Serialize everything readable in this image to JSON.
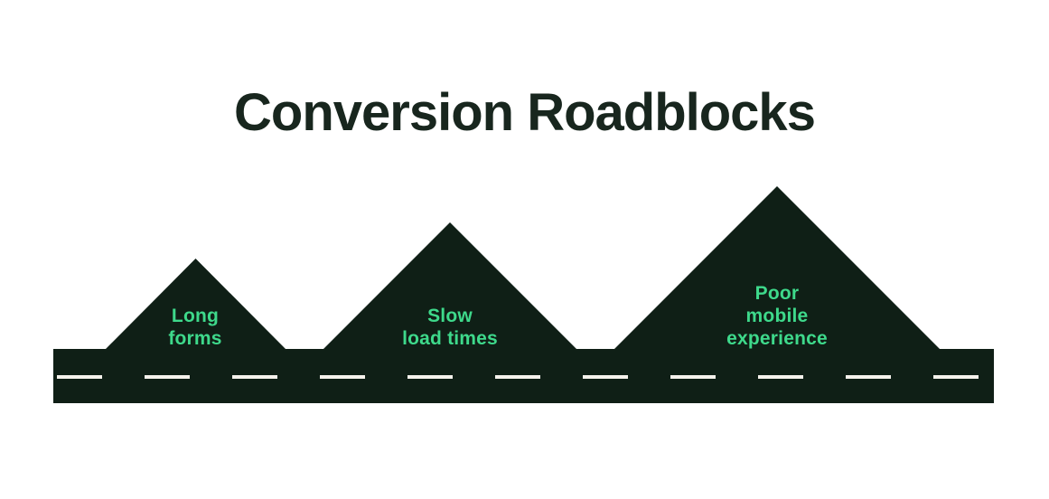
{
  "title": "Conversion Roadblocks",
  "colors": {
    "dark": "#0f1f16",
    "title": "#18261e",
    "accent_green": "#3ed98b",
    "dash": "#f5f2ec",
    "background": "#ffffff"
  },
  "roadblocks": [
    {
      "name": "Long forms",
      "size": "small",
      "lines": [
        "Long",
        "forms"
      ]
    },
    {
      "name": "Slow load times",
      "size": "medium",
      "lines": [
        "Slow",
        "load times"
      ]
    },
    {
      "name": "Poor mobile experience",
      "size": "large",
      "lines": [
        "Poor",
        "mobile",
        "experience"
      ]
    }
  ]
}
